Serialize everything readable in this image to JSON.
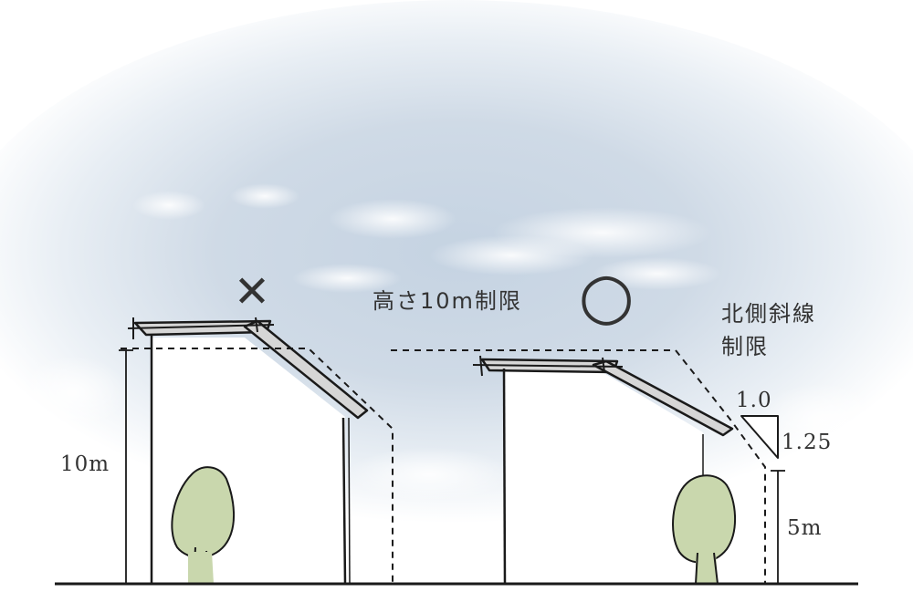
{
  "labels": {
    "height_limit": "高さ10m制限",
    "north_slant_line1": "北側斜線",
    "north_slant_line2": "制限",
    "slope_run": "1.0",
    "slope_rise": "1.25",
    "height_10m": "10m",
    "height_5m": "5m"
  },
  "marks": {
    "ng": "✕",
    "ok": "○"
  },
  "colors": {
    "mark_red": "#a3282c",
    "tree_fill": "#c9d7ad",
    "roof_fill": "#d6d6d6",
    "line": "#1a1a1a"
  }
}
